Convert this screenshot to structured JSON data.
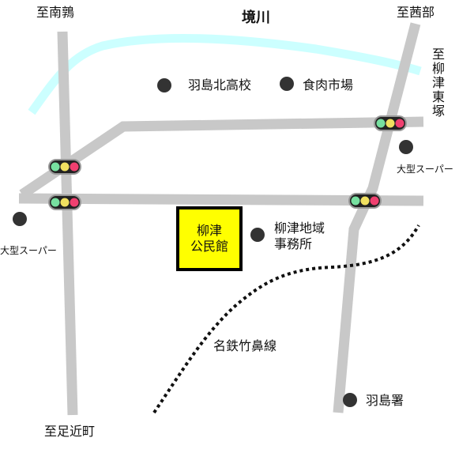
{
  "labels": {
    "north_left": "至南鶉",
    "river": "境川",
    "north_right": "至茜部",
    "east": "至柳津東塚",
    "school": "羽島北高校",
    "market": "食肉市場",
    "super_right": "大型スーパー",
    "super_left": "大型スーパー",
    "office_line1": "柳津地域",
    "office_line2": "事務所",
    "railway": "名鉄竹鼻線",
    "police": "羽島署",
    "south": "至足近町"
  },
  "destination": {
    "line1": "柳津",
    "line2": "公民館"
  },
  "colors": {
    "road": "#c8c8c8",
    "river": "#ccffff",
    "highlight": "#ffff00",
    "marker": "#333333"
  }
}
